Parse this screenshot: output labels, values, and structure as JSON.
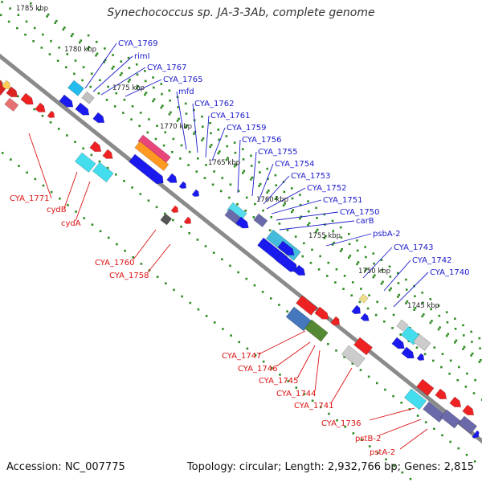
{
  "title": "Synechococcus sp. JA-3-3Ab, complete genome",
  "footer": {
    "accession": "Accession: NC_007775",
    "summary": "Topology: circular; Length: 2,932,766 bp; Genes: 2,815"
  },
  "colors": {
    "backbone": "#8a8a8a",
    "scale_dots": "#2e8b22",
    "forward_label": "#1a1acc",
    "reverse_label": "#dd1111"
  },
  "scale_ticks": [
    "1785 kbp",
    "1780 kbp",
    "1775 kbp",
    "1770 kbp",
    "1765 kbp",
    "1760 kbp",
    "1755 kbp",
    "1750 kbp",
    "1745 kbp"
  ],
  "forward_genes": [
    "CYA_1769",
    "rimI",
    "CYA_1767",
    "CYA_1765",
    "mfd",
    "CYA_1762",
    "CYA_1761",
    "CYA_1759",
    "CYA_1756",
    "CYA_1755",
    "CYA_1754",
    "CYA_1753",
    "CYA_1752",
    "CYA_1751",
    "CYA_1750",
    "carB",
    "psbA-2",
    "CYA_1743",
    "CYA_1742",
    "CYA_1740"
  ],
  "reverse_genes": [
    "CYA_1771",
    "cydB",
    "cydA",
    "CYA_1760",
    "CYA_1758",
    "CYA_1747",
    "CYA_1746",
    "CYA_1745",
    "CYA_1744",
    "CYA_1741",
    "CYA_1736",
    "pstB-2",
    "pstA-2"
  ]
}
